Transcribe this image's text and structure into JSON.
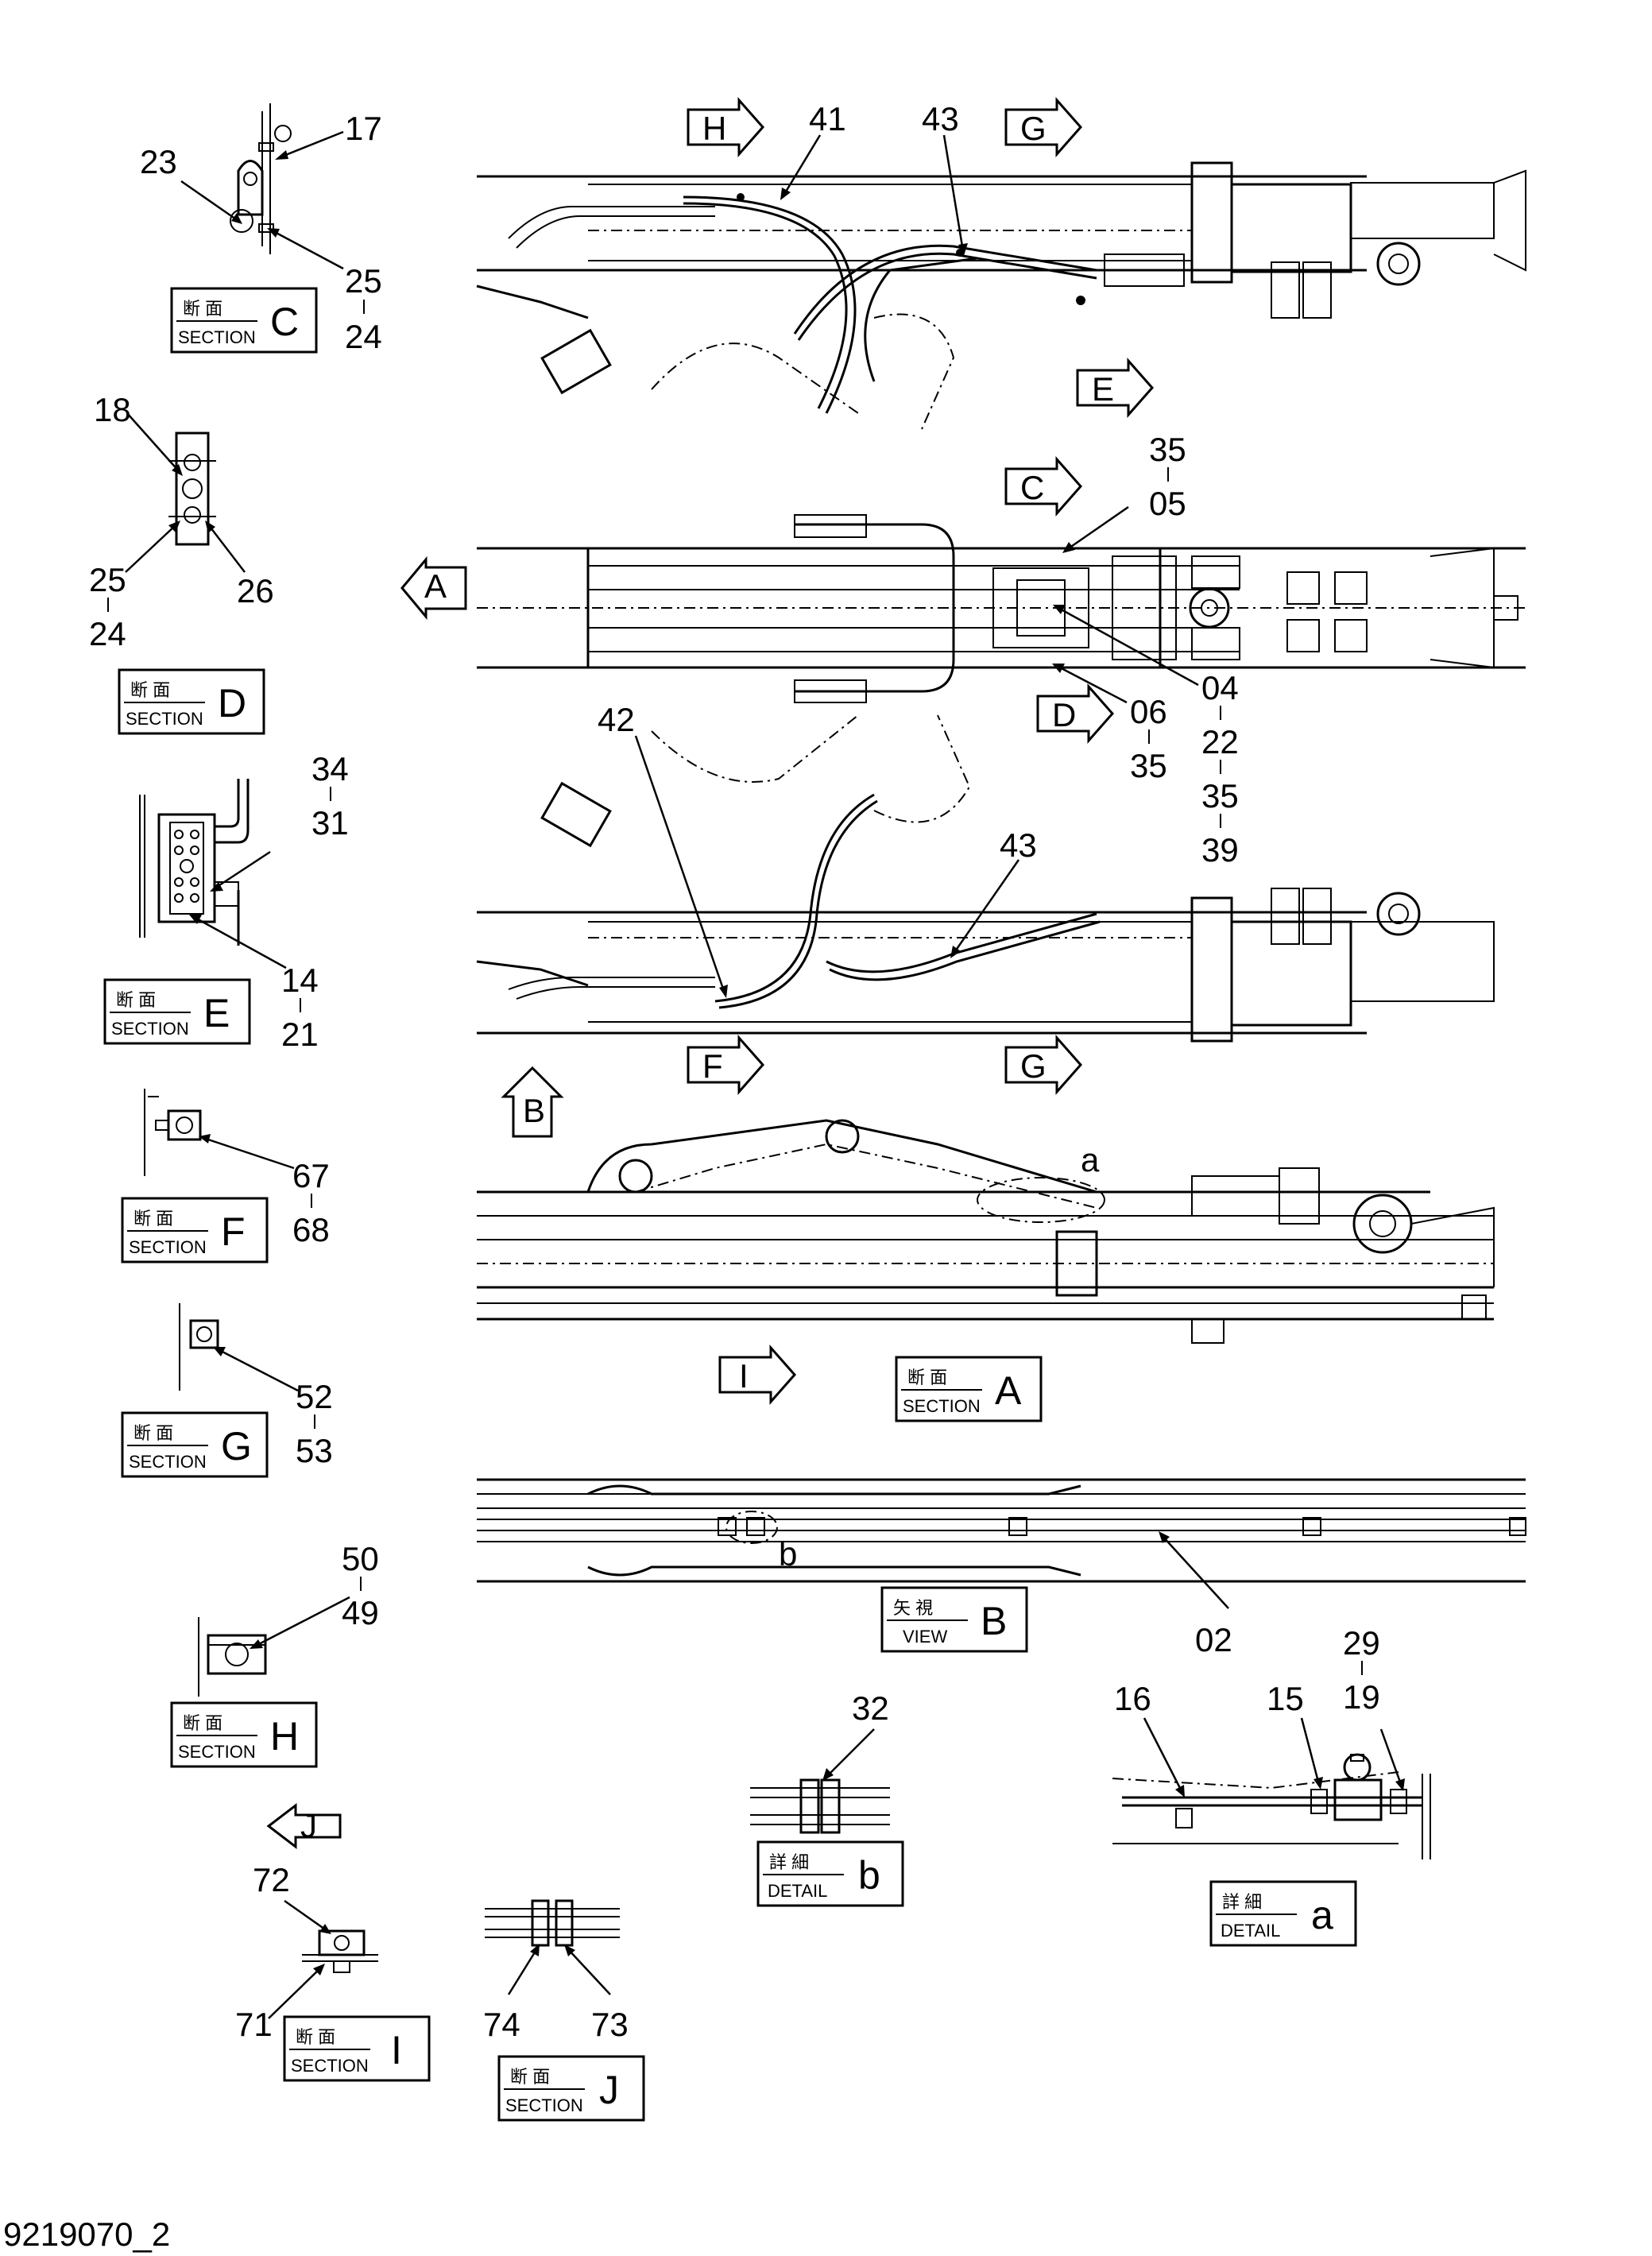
{
  "drawing_number": "9219070_2",
  "part_labels": {
    "p17": "17",
    "p23": "23",
    "p25a": "25",
    "p24a": "24",
    "p18": "18",
    "p25b": "25",
    "p24b": "24",
    "p26": "26",
    "p34": "34",
    "p31": "31",
    "p14": "14",
    "p21": "21",
    "p67": "67",
    "p68": "68",
    "p52": "52",
    "p53": "53",
    "p50": "50",
    "p49": "49",
    "p72": "72",
    "p71": "71",
    "p74": "74",
    "p73": "73",
    "p41": "41",
    "p43a": "43",
    "p35a": "35",
    "p05": "05",
    "p04": "04",
    "p06": "06",
    "p35b": "35",
    "p22": "22",
    "p35c": "35",
    "p39": "39",
    "p42": "42",
    "p43b": "43",
    "p02": "02",
    "p32": "32",
    "p16": "16",
    "p15": "15",
    "p29": "29",
    "p19": "19"
  },
  "detail_markers": {
    "a": "a",
    "b": "b"
  },
  "view_arrows": {
    "H": "H",
    "G_top": "G",
    "E": "E",
    "A": "A",
    "C": "C",
    "D": "D",
    "B": "B",
    "F": "F",
    "G_mid": "G",
    "I": "I",
    "J": "J"
  },
  "section_boxes": [
    {
      "kanji": "断 面",
      "english": "SECTION",
      "letter": "C"
    },
    {
      "kanji": "断 面",
      "english": "SECTION",
      "letter": "D"
    },
    {
      "kanji": "断 面",
      "english": "SECTION",
      "letter": "E"
    },
    {
      "kanji": "断 面",
      "english": "SECTION",
      "letter": "F"
    },
    {
      "kanji": "断 面",
      "english": "SECTION",
      "letter": "G"
    },
    {
      "kanji": "断 面",
      "english": "SECTION",
      "letter": "H"
    },
    {
      "kanji": "断 面",
      "english": "SECTION",
      "letter": "I"
    },
    {
      "kanji": "断 面",
      "english": "SECTION",
      "letter": "J"
    },
    {
      "kanji": "断 面",
      "english": "SECTION",
      "letter": "A"
    },
    {
      "kanji": "矢 視",
      "english": "VIEW",
      "letter": "B"
    },
    {
      "kanji": "詳 細",
      "english": "DETAIL",
      "letter": "b"
    },
    {
      "kanji": "詳 細",
      "english": "DETAIL",
      "letter": "a"
    }
  ]
}
